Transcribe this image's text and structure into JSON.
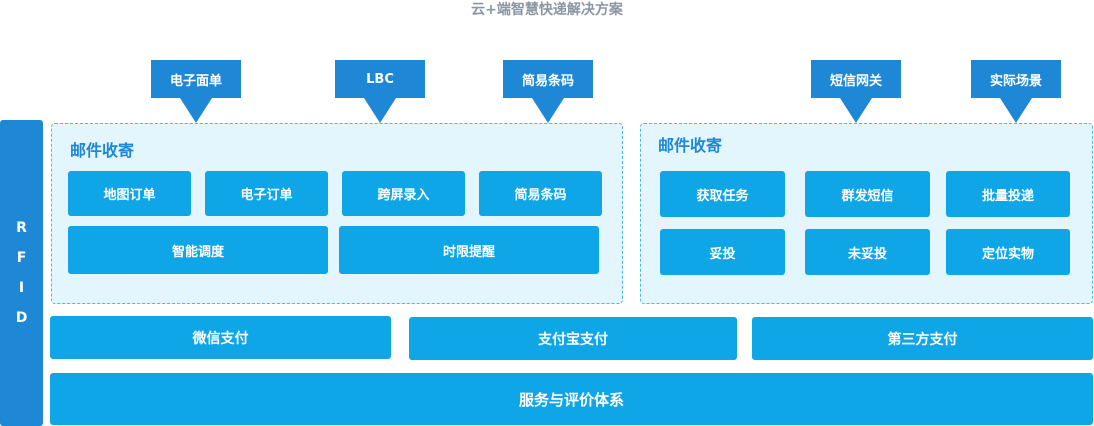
{
  "title": "云+端智慧快递解决方案",
  "top_tags": [
    "电子面单",
    "LBC",
    "简易条码",
    "短信网关",
    "实际场景"
  ],
  "rfid": [
    "R",
    "F",
    "I",
    "D"
  ],
  "left_panel": {
    "title": "邮件收寄",
    "row1": [
      "地图订单",
      "电子订单",
      "跨屏录入",
      "简易条码"
    ],
    "row2": [
      "智能调度",
      "时限提醒"
    ]
  },
  "right_panel": {
    "title": "邮件收寄",
    "row1": [
      "获取任务",
      "群发短信",
      "批量投递"
    ],
    "row2": [
      "妥投",
      "未妥投",
      "定位实物"
    ]
  },
  "payments": [
    "微信支付",
    "支付宝支付",
    "第三方支付"
  ],
  "service_bar": "服务与评价体系",
  "colors": {
    "primary": "#1e88d6",
    "box": "#0fa6e8",
    "panel_bg": "#e3f5fd",
    "panel_border": "#4db8e8"
  }
}
